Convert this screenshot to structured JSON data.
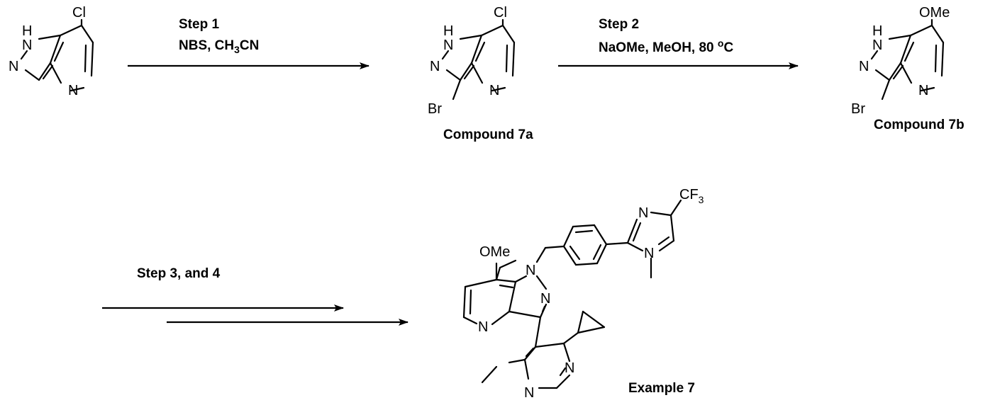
{
  "steps": [
    {
      "label": "Step 1",
      "reagents_prefix": "NBS, CH",
      "reagents_sub": "3",
      "reagents_suffix": "CN"
    },
    {
      "label": "Step 2",
      "reagents_prefix": "NaOMe, MeOH, 80 ",
      "reagents_sup": "o",
      "reagents_suffix": "C"
    },
    {
      "label": "Step 3, and 4"
    }
  ],
  "compounds": {
    "start": {
      "atoms": {
        "cl": "Cl",
        "nh": "H",
        "n1": "N",
        "n2": "N",
        "n_py": "N"
      }
    },
    "c7a": {
      "name": "Compound 7a",
      "atoms": {
        "cl": "Cl",
        "nh": "H",
        "n1": "N",
        "n2": "N",
        "n_py": "N",
        "br": "Br"
      }
    },
    "c7b": {
      "name": "Compound 7b",
      "atoms": {
        "ome": "OMe",
        "nh": "H",
        "n1": "N",
        "n2": "N",
        "n_py": "N",
        "br": "Br"
      }
    },
    "ex7": {
      "name": "Example 7",
      "atoms": {
        "ome": "OMe",
        "n1": "N",
        "n2": "N",
        "n_py": "N",
        "cf3_prefix": "CF",
        "cf3_sub": "3",
        "im_n3": "N",
        "im_n1": "N",
        "pm_n1": "N",
        "pm_n3": "N"
      }
    }
  }
}
